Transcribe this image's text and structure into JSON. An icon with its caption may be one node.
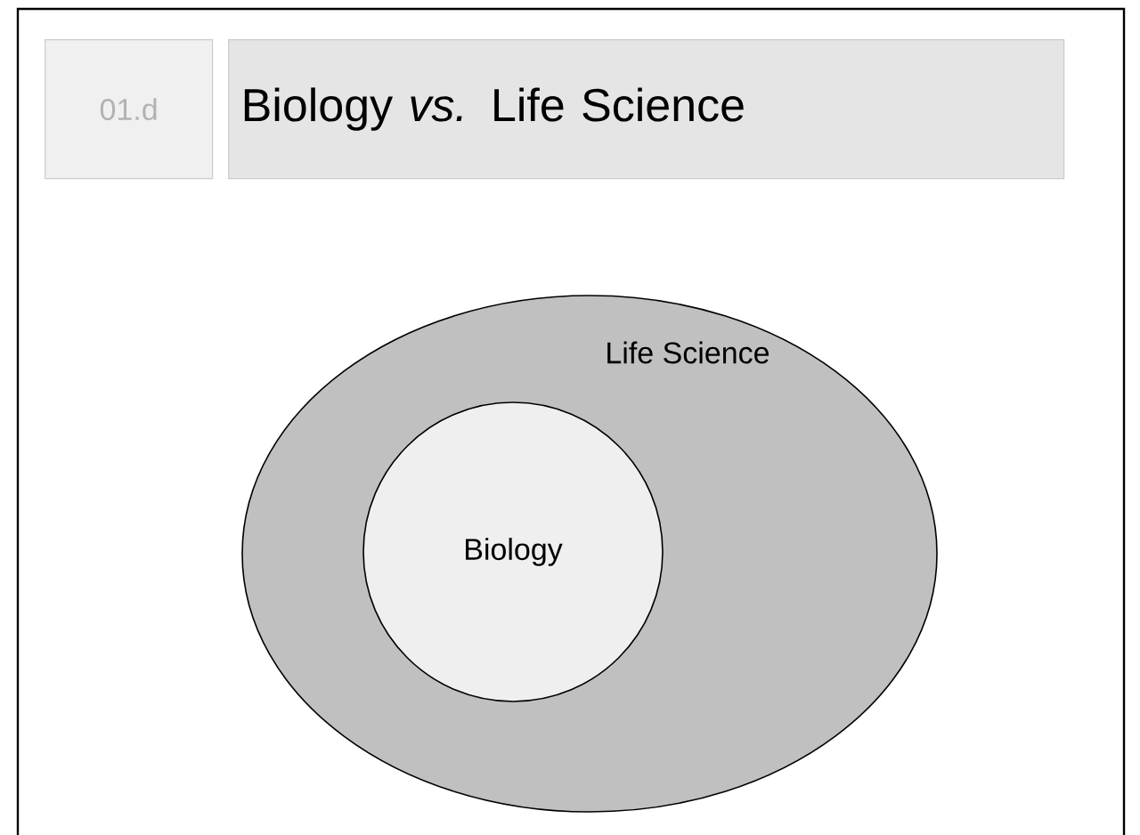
{
  "diagram": {
    "title": "Biology *vs.* Life Science",
    "nodes": [
      {
        "text": [
          "Life Science"
        ]
      },
      {
        "text": [
          "Biology"
        ],
        "in": 0
      }
    ],
    "labels": [
      "01.d"
    ]
  }
}
